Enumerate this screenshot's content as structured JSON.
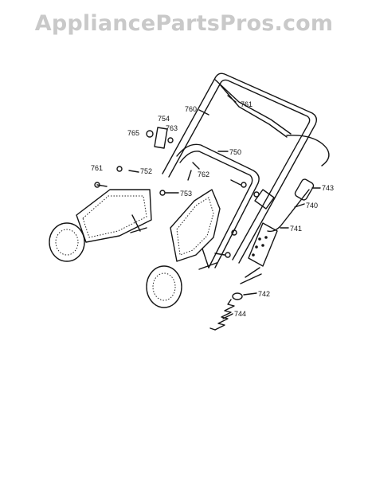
{
  "watermark": "AppliancePartsPros.com",
  "part_labels": [
    "760",
    "761",
    "754",
    "763",
    "765",
    "750",
    "762",
    "761",
    "752",
    "753",
    "743",
    "740",
    "741",
    "742",
    "744"
  ]
}
